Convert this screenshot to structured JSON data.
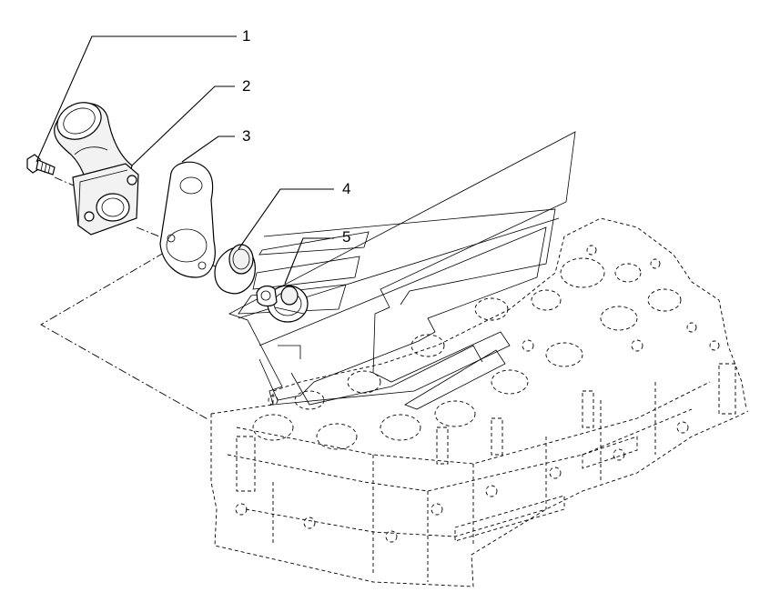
{
  "diagram": {
    "callouts": [
      {
        "id": "1",
        "label": "1",
        "part": "bolt"
      },
      {
        "id": "2",
        "label": "2",
        "part": "thermostat-housing-elbow"
      },
      {
        "id": "3",
        "label": "3",
        "part": "gasket"
      },
      {
        "id": "4",
        "label": "4",
        "part": "seal-ring"
      },
      {
        "id": "5",
        "label": "5",
        "part": "thermostat"
      }
    ],
    "colors": {
      "line": "#000000",
      "background": "#ffffff",
      "fill_light": "#f2f2f2"
    }
  }
}
